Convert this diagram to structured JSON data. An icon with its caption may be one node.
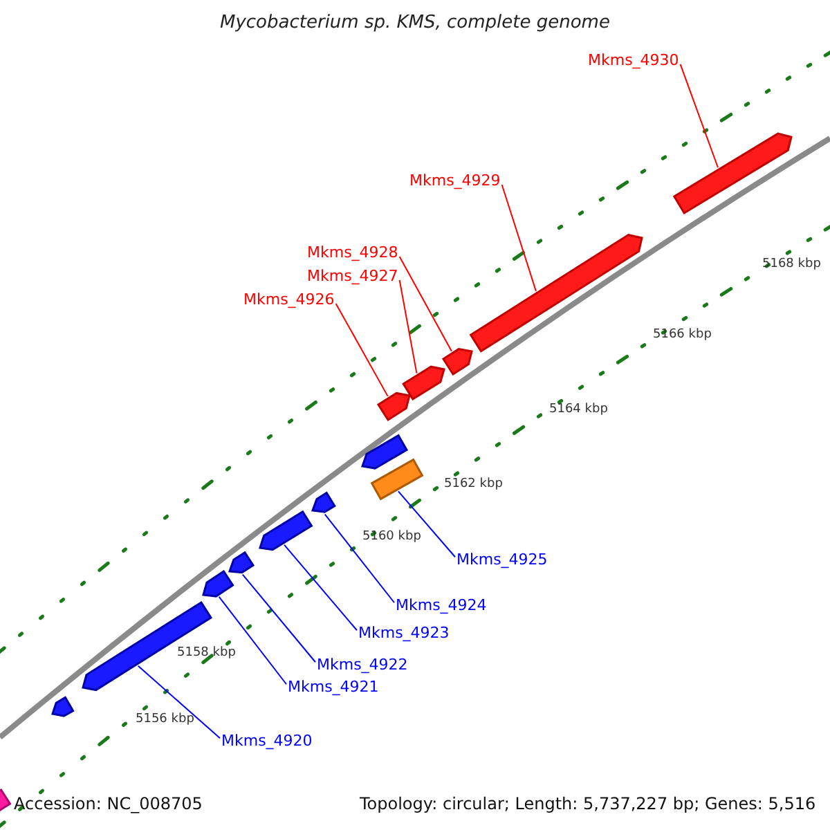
{
  "diagram": {
    "title": "Mycobacterium sp. KMS, complete genome",
    "nodes": [
      {
        "text": [
          "Mkms_4930"
        ]
      },
      {
        "text": [
          "Mkms_4929"
        ]
      },
      {
        "text": [
          "Mkms_4928"
        ]
      },
      {
        "text": [
          "Mkms_4927"
        ]
      },
      {
        "text": [
          "Mkms_4926"
        ]
      },
      {
        "text": [
          "Mkms_4925"
        ]
      },
      {
        "text": [
          "Mkms_4924"
        ]
      },
      {
        "text": [
          "Mkms_4923"
        ]
      },
      {
        "text": [
          "Mkms_4922"
        ]
      },
      {
        "text": [
          "Mkms_4921"
        ]
      },
      {
        "text": [
          "Mkms_4920"
        ]
      },
      {
        "text": [],
        "shape": "arrow"
      },
      {
        "text": [],
        "shape": "arrow"
      },
      {
        "text": [],
        "shape": "arrow"
      },
      {
        "text": [],
        "shape": "arrow"
      },
      {
        "text": [],
        "shape": "arrow"
      },
      {
        "text": [],
        "shape": "arrow"
      },
      {
        "text": [],
        "shape": "arrow"
      },
      {
        "text": [],
        "shape": "arrow"
      },
      {
        "text": [],
        "shape": "arrow"
      },
      {
        "text": [],
        "shape": "arrow"
      },
      {
        "text": [],
        "shape": "arrow"
      },
      {
        "text": [],
        "shape": "arrow"
      },
      {
        "text": [],
        "shape": "box"
      },
      {
        "text": [],
        "shape": "box"
      }
    ],
    "edges": [
      {
        "from": 0,
        "to": 15,
        "arrow": "none",
        "color": "#ff0000"
      },
      {
        "from": 1,
        "to": 14,
        "arrow": "none",
        "color": "#ff0000"
      },
      {
        "from": 2,
        "to": 13,
        "arrow": "none",
        "color": "#ff0000"
      },
      {
        "from": 3,
        "to": 12,
        "arrow": "none",
        "color": "#ff0000"
      },
      {
        "from": 4,
        "to": 11,
        "arrow": "none",
        "color": "#ff0000"
      },
      {
        "from": 5,
        "to": 23,
        "arrow": "none"
      },
      {
        "from": 6,
        "to": 21,
        "arrow": "none"
      },
      {
        "from": 7,
        "to": 20,
        "arrow": "none"
      },
      {
        "from": 8,
        "to": 19,
        "arrow": "none"
      },
      {
        "from": 9,
        "to": 18,
        "arrow": "none"
      },
      {
        "from": 10,
        "to": 17,
        "arrow": "none"
      }
    ],
    "labels": [
      "5168 kbp",
      "5166 kbp",
      "5164 kbp",
      "5162 kbp",
      "5160 kbp",
      "5158 kbp",
      "5156 kbp",
      "Accession: NC_008705",
      "Topology: circular; Length: 5,737,227 bp; Genes: 5,516"
    ]
  }
}
